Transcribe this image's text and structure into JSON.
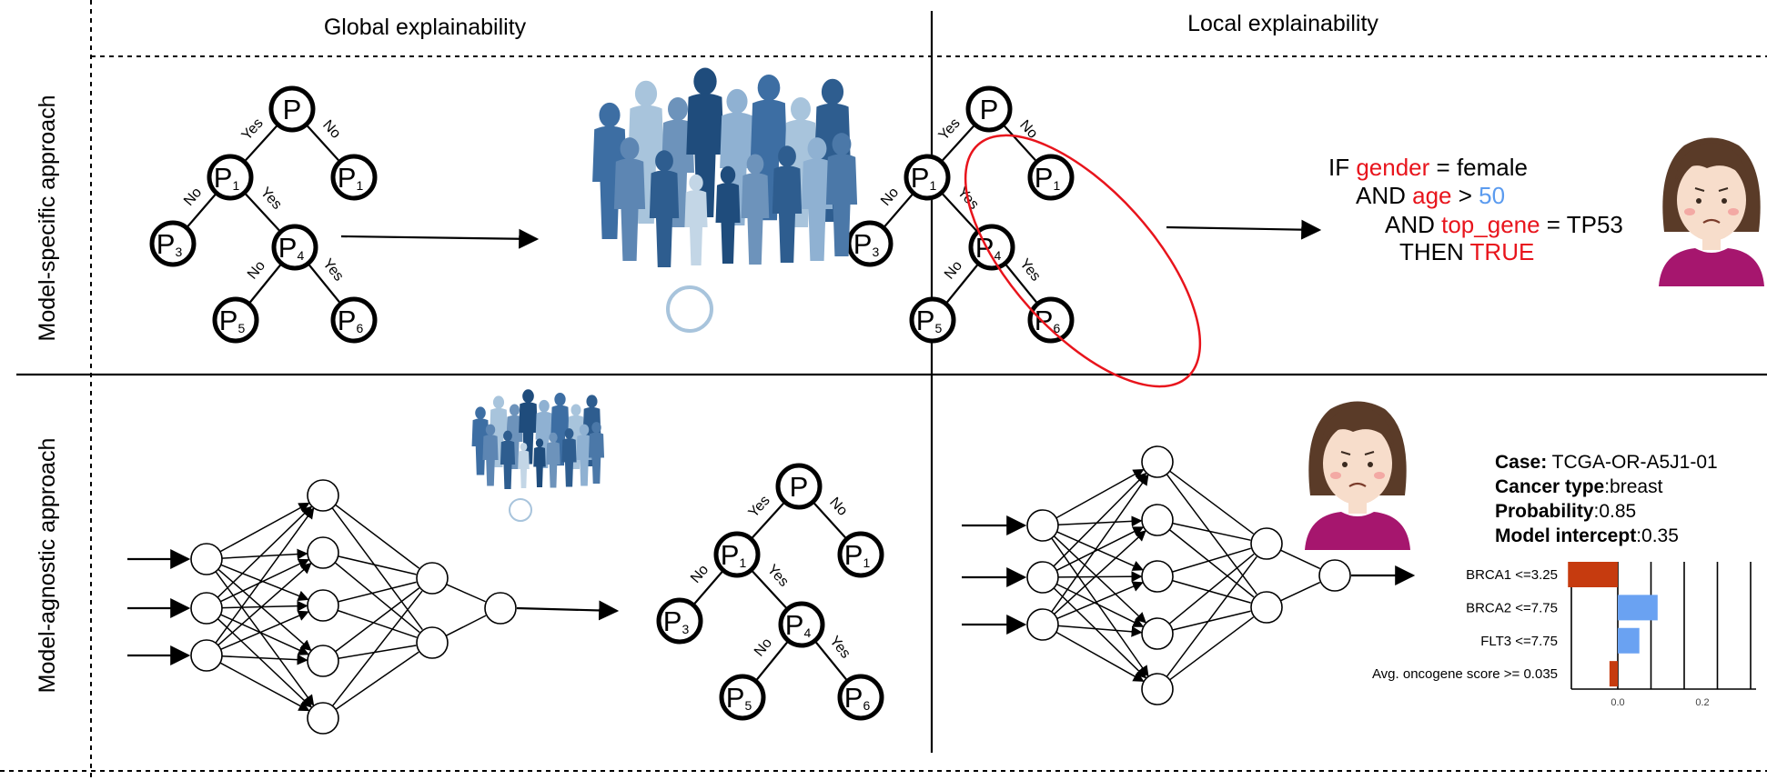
{
  "headers": {
    "global": "Global explainability",
    "local": "Local explainability"
  },
  "row_labels": {
    "model_specific": "Model-specific approach",
    "model_agnostic": "Model-agnostic approach"
  },
  "tree": {
    "root": "P",
    "sub1": "1",
    "sub3": "3",
    "sub4": "4",
    "sub5": "5",
    "sub6": "6",
    "yes": "Yes",
    "no": "No"
  },
  "rule": {
    "if": "IF ",
    "gender": "gender",
    "gender_val": " = female",
    "and1": "AND ",
    "age": "age",
    "age_op": " > ",
    "age_val": "50",
    "and2": "AND ",
    "top_gene": "top_gene",
    "top_gene_val": " = TP53",
    "then": "THEN ",
    "true": "TRUE"
  },
  "case_info": {
    "case_label": "Case:",
    "case_value": " TCGA-OR-A5J1-01",
    "cancer_label": "Cancer type",
    "cancer_value": ":breast",
    "prob_label": "Probability",
    "prob_value": ":0.85",
    "intercept_label": "Model intercept",
    "intercept_value": ":0.35"
  },
  "colors": {
    "highlight_red": "#e8141c",
    "value_blue": "#5b9bef",
    "bar_negative": "#c63b0f",
    "bar_positive": "#6aa2f2",
    "crowd_dark": "#2e5d8f",
    "crowd_light": "#a8c4dc",
    "face_skin": "#f7ddcb",
    "hair": "#5a3b28",
    "shirt": "#a6166e"
  },
  "icons": {
    "crowd": "people-crowd-icon",
    "person": "sad-girl-avatar-icon"
  },
  "chart_data": {
    "type": "bar",
    "orientation": "horizontal",
    "categories": [
      "BRCA1 <=3.25",
      "BRCA2 <=7.75",
      "FLT3 <=7.75",
      "Avg. oncogene score >= 0.035"
    ],
    "values": [
      -0.15,
      0.12,
      0.065,
      -0.025
    ],
    "xlim": [
      -0.16,
      0.42
    ],
    "xticks": [
      "0.0",
      "0.2",
      "0.4"
    ],
    "xtick_values": [
      0.0,
      0.2,
      0.4
    ],
    "grid": true
  }
}
